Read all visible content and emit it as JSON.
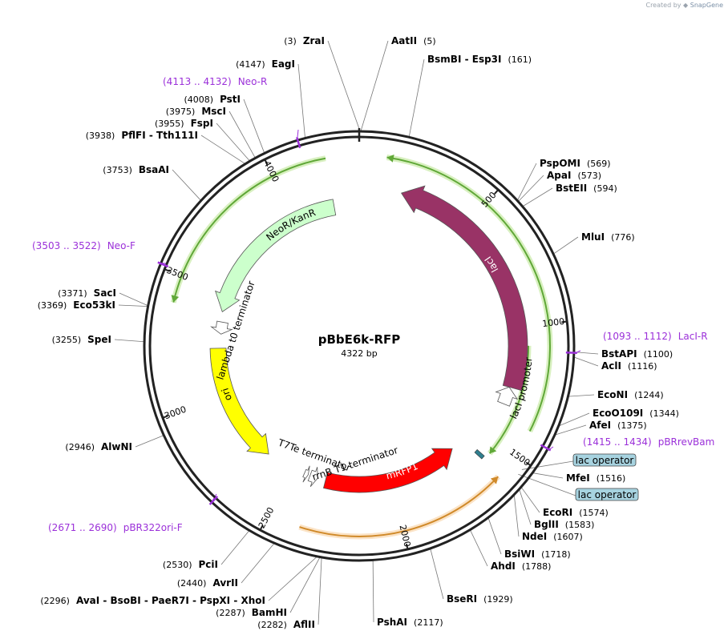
{
  "credit": {
    "prefix": "Created by",
    "brand": "SnapGene"
  },
  "plasmid": {
    "name": "pBbE6k-RFP",
    "length_label": "4322 bp",
    "length": 4322
  },
  "ticks": [
    {
      "pos": 500,
      "label": "500"
    },
    {
      "pos": 1000,
      "label": "1000"
    },
    {
      "pos": 1500,
      "label": "1500"
    },
    {
      "pos": 2000,
      "label": "2000"
    },
    {
      "pos": 2500,
      "label": "2500"
    },
    {
      "pos": 3000,
      "label": "3000"
    },
    {
      "pos": 3500,
      "label": "3500"
    },
    {
      "pos": 4000,
      "label": "4000"
    }
  ],
  "sites": [
    {
      "name": "ZraI",
      "pos": 3,
      "pos_label": "(3)"
    },
    {
      "name": "AatII",
      "pos": 5,
      "pos_label": "(5)"
    },
    {
      "name": "BsmBI - Esp3I",
      "pos": 161,
      "pos_label": "(161)"
    },
    {
      "name": "PspOMI",
      "pos": 569,
      "pos_label": "(569)"
    },
    {
      "name": "ApaI",
      "pos": 573,
      "pos_label": "(573)"
    },
    {
      "name": "BstEII",
      "pos": 594,
      "pos_label": "(594)"
    },
    {
      "name": "MluI",
      "pos": 776,
      "pos_label": "(776)"
    },
    {
      "name": "BstAPI",
      "pos": 1100,
      "pos_label": "(1100)"
    },
    {
      "name": "AclI",
      "pos": 1116,
      "pos_label": "(1116)"
    },
    {
      "name": "EcoNI",
      "pos": 1244,
      "pos_label": "(1244)"
    },
    {
      "name": "EcoO109I",
      "pos": 1344,
      "pos_label": "(1344)"
    },
    {
      "name": "AfeI",
      "pos": 1375,
      "pos_label": "(1375)"
    },
    {
      "name": "MfeI",
      "pos": 1516,
      "pos_label": "(1516)"
    },
    {
      "name": "EcoRI",
      "pos": 1574,
      "pos_label": "(1574)"
    },
    {
      "name": "BglII",
      "pos": 1583,
      "pos_label": "(1583)"
    },
    {
      "name": "NdeI",
      "pos": 1607,
      "pos_label": "(1607)"
    },
    {
      "name": "BsiWI",
      "pos": 1718,
      "pos_label": "(1718)"
    },
    {
      "name": "AhdI",
      "pos": 1788,
      "pos_label": "(1788)"
    },
    {
      "name": "BseRI",
      "pos": 1929,
      "pos_label": "(1929)"
    },
    {
      "name": "PshAI",
      "pos": 2117,
      "pos_label": "(2117)"
    },
    {
      "name": "AflII",
      "pos": 2282,
      "pos_label": "(2282)"
    },
    {
      "name": "BamHI",
      "pos": 2287,
      "pos_label": "(2287)"
    },
    {
      "name": "AvaI - BsoBI - PaeR7I - PspXI - XhoI",
      "pos": 2296,
      "pos_label": "(2296)"
    },
    {
      "name": "AvrII",
      "pos": 2440,
      "pos_label": "(2440)"
    },
    {
      "name": "PciI",
      "pos": 2530,
      "pos_label": "(2530)"
    },
    {
      "name": "AlwNI",
      "pos": 2946,
      "pos_label": "(2946)"
    },
    {
      "name": "SpeI",
      "pos": 3255,
      "pos_label": "(3255)"
    },
    {
      "name": "Eco53kI",
      "pos": 3369,
      "pos_label": "(3369)"
    },
    {
      "name": "SacI",
      "pos": 3371,
      "pos_label": "(3371)"
    },
    {
      "name": "BsaAI",
      "pos": 3753,
      "pos_label": "(3753)"
    },
    {
      "name": "PflFI - Tth111I",
      "pos": 3938,
      "pos_label": "(3938)"
    },
    {
      "name": "FspI",
      "pos": 3955,
      "pos_label": "(3955)"
    },
    {
      "name": "MscI",
      "pos": 3975,
      "pos_label": "(3975)"
    },
    {
      "name": "PstI",
      "pos": 4008,
      "pos_label": "(4008)"
    },
    {
      "name": "EagI",
      "pos": 4147,
      "pos_label": "(4147)"
    }
  ],
  "primers": [
    {
      "name": "Neo-R",
      "range": "(4113 .. 4132)",
      "start": 4113,
      "end": 4132
    },
    {
      "name": "LacI-R",
      "range": "(1093 .. 1112)",
      "start": 1093,
      "end": 1112
    },
    {
      "name": "pBRrevBam",
      "range": "(1415 .. 1434)",
      "start": 1415,
      "end": 1434
    },
    {
      "name": "pBR322ori-F",
      "range": "(2671 .. 2690)",
      "start": 2671,
      "end": 2690
    },
    {
      "name": "Neo-F",
      "range": "(3503 .. 3522)",
      "start": 3503,
      "end": 3522
    }
  ],
  "boxed_features": [
    {
      "name": "lac operator",
      "pos": 1528
    },
    {
      "name": "lac operator",
      "pos": 1548
    }
  ],
  "features": [
    {
      "name": "lacI",
      "color": "#993366",
      "start": 185,
      "end": 1265,
      "direction": "ccw"
    },
    {
      "name": "lacI promoter",
      "color": "#ffffff",
      "start": 1265,
      "end": 1343,
      "direction": "ccw"
    },
    {
      "name": "mRFP1",
      "color": "#ff0000",
      "start": 1655,
      "end": 2330,
      "direction": "ccw"
    },
    {
      "name": "rrnB T1 terminator",
      "color": "#ffffff",
      "start": 2370,
      "end": 2410,
      "direction": "ccw"
    },
    {
      "name": "T7Te terminator",
      "color": "#ffffff",
      "start": 2420,
      "end": 2440,
      "direction": "ccw"
    },
    {
      "name": "ori",
      "color": "#ffff00",
      "start": 2640,
      "end": 3230,
      "direction": "ccw"
    },
    {
      "name": "lambda t0 terminator",
      "color": "#ffffff",
      "start": 3300,
      "end": 3360,
      "direction": "ccw"
    },
    {
      "name": "NeoR/KanR",
      "color": "#ccffcc",
      "start": 3410,
      "end": 4200,
      "direction": "ccw"
    }
  ],
  "orf_arcs": [
    {
      "start": 100,
      "end": 1400,
      "color": "#60a838",
      "glow": "#d8f0c0",
      "direction": "ccw",
      "radius_key": "outer"
    },
    {
      "start": 1080,
      "end": 1555,
      "color": "#60a838",
      "glow": "#d8f0c0",
      "direction": "cw",
      "radius_key": "inner"
    },
    {
      "start": 1600,
      "end": 2380,
      "color": "#d08a2a",
      "glow": "#fbe3c6",
      "direction": "ccw",
      "radius_key": "outer"
    },
    {
      "start": 3400,
      "end": 4200,
      "color": "#60a838",
      "glow": "#d8f0c0",
      "direction": "ccw",
      "radius_key": "outer"
    }
  ],
  "small_features": [
    {
      "name": "teal-marker",
      "pos": 1585,
      "color": "#2f7f8f"
    }
  ],
  "colors": {
    "primer": "#9b30d9",
    "backbone": "#222222"
  }
}
